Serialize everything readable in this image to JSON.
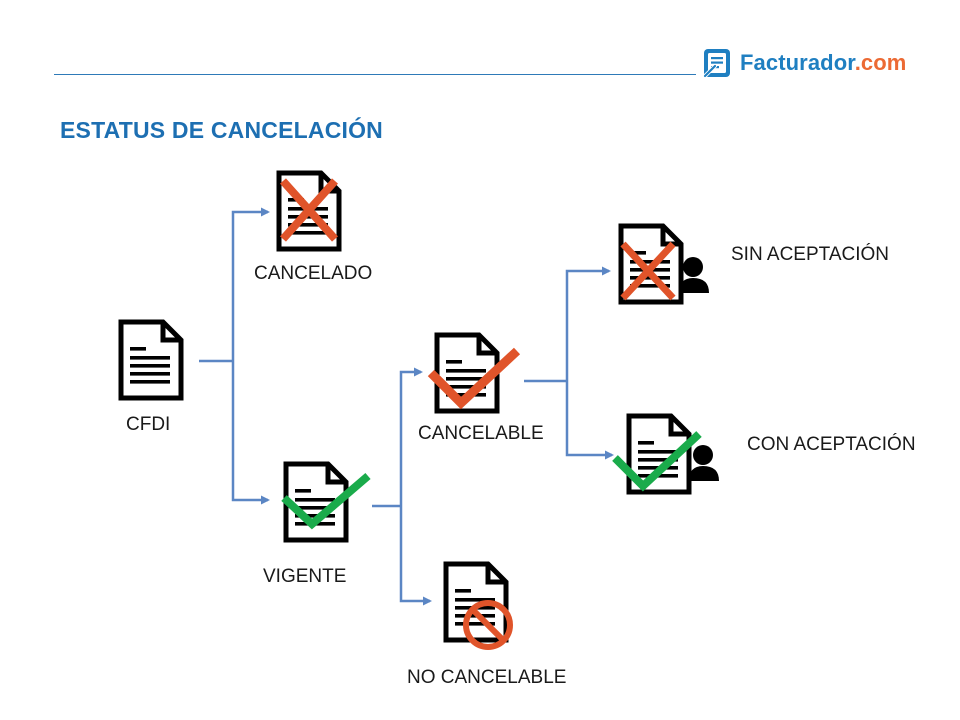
{
  "header": {
    "logo_name": "Facturador",
    "logo_tld": ".com"
  },
  "title": "ESTATUS DE CANCELACIÓN",
  "nodes": {
    "cfdi": "CFDI",
    "cancelado": "CANCELADO",
    "vigente": "VIGENTE",
    "cancelable": "CANCELABLE",
    "no_cancelable": "NO CANCELABLE",
    "sin_aceptacion": "SIN ACEPTACIÓN",
    "con_aceptacion": "CON ACEPTACIÓN"
  },
  "colors": {
    "brand_blue": "#1f7fc1",
    "brand_orange": "#ec6a34",
    "title_blue": "#1d6fb2",
    "connector": "#5b86c4",
    "cross": "#e0542a",
    "check_green": "#1aab4b",
    "check_orange": "#e0542a",
    "no_symbol": "#e0542a"
  },
  "icons": {
    "cfdi": "document-icon",
    "cancelado": "document-with-cross-icon",
    "vigente": "document-with-green-check-icon",
    "cancelable": "document-with-orange-check-icon",
    "no_cancelable": "document-with-prohibited-icon",
    "sin_aceptacion": "document-user-with-cross-icon",
    "con_aceptacion": "document-user-with-green-check-icon"
  }
}
